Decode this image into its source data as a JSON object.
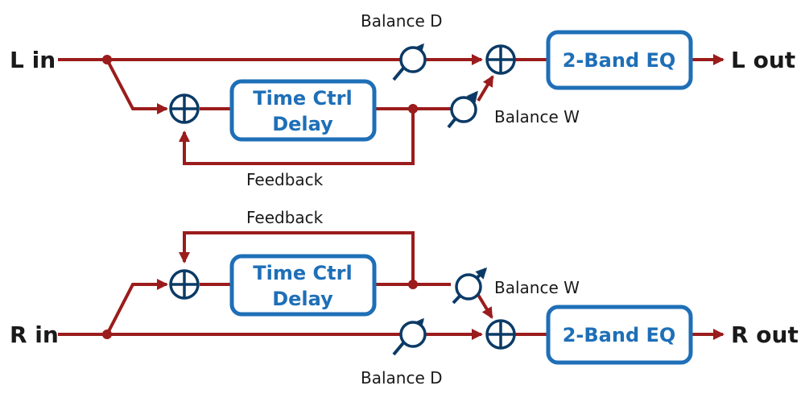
{
  "colors": {
    "signal": "#9b1c1c",
    "block": "#1e6fb7",
    "node": "#0b3a66",
    "text": "#1a1a1a"
  },
  "left": {
    "input_label": "L in",
    "output_label": "L out",
    "delay_label_line1": "Time Ctrl",
    "delay_label_line2": "Delay",
    "eq_label": "2-Band EQ",
    "feedback_label": "Feedback",
    "balance_d_label": "Balance D",
    "balance_w_label": "Balance W"
  },
  "right": {
    "input_label": "R in",
    "output_label": "R out",
    "delay_label_line1": "Time Ctrl",
    "delay_label_line2": "Delay",
    "eq_label": "2-Band EQ",
    "feedback_label": "Feedback",
    "balance_d_label": "Balance D",
    "balance_w_label": "Balance W"
  }
}
